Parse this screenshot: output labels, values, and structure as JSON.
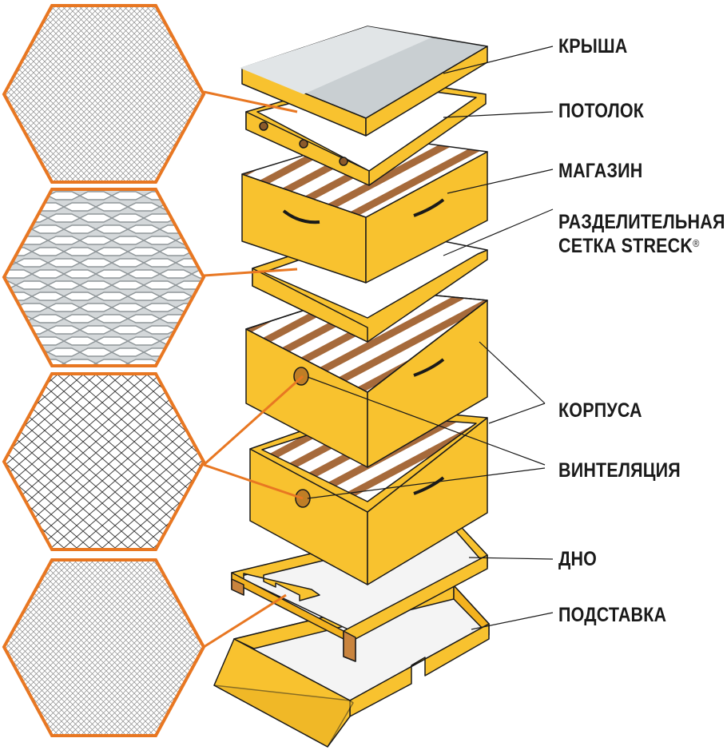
{
  "colors": {
    "wood": "#f8c22f",
    "wood_dark": "#e9a91c",
    "edge": "#c9843e",
    "accent_line": "#e87722",
    "roof": "#c9cfd2",
    "outline": "#1a1a1a"
  },
  "labels": {
    "roof": "КРЫША",
    "ceiling": "ПОТОЛОК",
    "magazine": "МАГАЗИН",
    "separator_line1": "РАЗДЕЛИТЕЛЬНАЯ",
    "separator_line2": "СЕТКА STRECK",
    "registered_mark": "®",
    "bodies": "КОРПУСА",
    "ventilation": "ВИНТЕЛЯЦИЯ",
    "bottom": "ДНО",
    "stand": "ПОДСТАВКА"
  },
  "mesh_swatches": [
    {
      "name": "fine-mesh",
      "pattern": "fine-diamond"
    },
    {
      "name": "expanded-metal-mesh",
      "pattern": "expanded-metal"
    },
    {
      "name": "wire-mesh",
      "pattern": "diamond"
    },
    {
      "name": "bottom-mesh",
      "pattern": "fine-diamond"
    }
  ]
}
